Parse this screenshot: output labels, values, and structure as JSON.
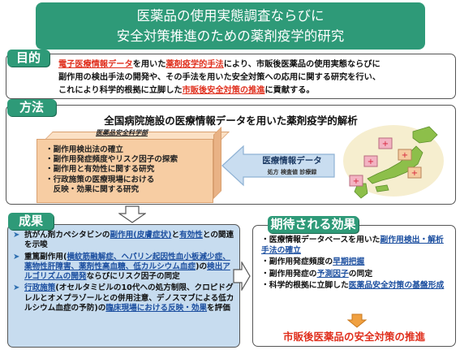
{
  "title": {
    "line1": "医薬品の使用実態調査ならびに",
    "line2": "安全対策推進のための薬剤疫学的研究"
  },
  "purpose": {
    "tag": "目的",
    "seg1": "電子医療情報データ",
    "seg2": "を用いた",
    "seg3": "薬剤疫学的手法",
    "seg4": "により、市販後医薬品の使用実態ならびに",
    "line2": "副作用の検出手法の開発や、その手法を用いた安全対策への応用に関する研究を行い、",
    "seg5": "これにより科学的根拠に立脚した",
    "seg6": "市販後安全対策の推進",
    "seg7": "に貢献する。"
  },
  "method": {
    "tag": "方法",
    "heading": "全国病院施設の医療情報データを用いた薬剤疫学的解析",
    "cube_label": "医薬品安全科学部",
    "cube_items": [
      "・副作用検出法の確立",
      "・副作用発症頻度やリスク因子の探索",
      "・副作用と有効性に関する研究",
      "・行政施策の医療現場における",
      "　反映・効果に関する研究"
    ],
    "data_label": "医療情報データ",
    "data_sub": "処方  検査値  診療録"
  },
  "results": {
    "tag": "成果",
    "items": [
      {
        "a": "抗がん剤カペシタビンの",
        "b": "副作用(皮膚症状)",
        "c": "と",
        "d": "有効性",
        "e": "との関連を示唆"
      },
      {
        "a": "重篤副作用(",
        "b": "横紋筋融解症、ヘパリン起因性血小板減少症、薬物性肝障害、薬剤性高血糖、低カルシウム血症",
        "c": ")の",
        "d": "検出アルゴリズムの開発",
        "e": "ならびにリスク因子の同定"
      },
      {
        "a": "行政施策",
        "b": "(オセルタミビルの10代への処方制限、クロピドグレルとオメプラゾールとの併用注意、デノスマブによる低カルシウム血症の予防)の",
        "c": "臨床現場における反映・効果",
        "d": "を評価"
      }
    ]
  },
  "effects": {
    "tag": "期待される効果",
    "item1a": "・医療情報データベースを用いた",
    "item1b": "副作用検出・解析手法の確立",
    "item2a": "・副作用発症頻度の",
    "item2b": "早期把握",
    "item3a": "・副作用発症の",
    "item3b": "予測因子",
    "item3c": "の同定",
    "item4a": "・科学的根拠に立脚した",
    "item4b": "医薬品安全対策の基盤形成",
    "final": "市販後医薬品の安全対策の推進"
  },
  "colors": {
    "accent_green": "#2e9a78",
    "results_bg": "#c7dcef",
    "cube_orange": "#f7cda3",
    "highlight_red": "#e0301e",
    "map_green": "#8dbf4a"
  }
}
